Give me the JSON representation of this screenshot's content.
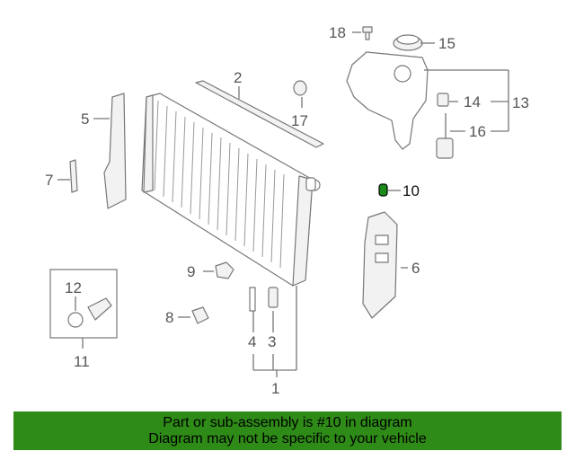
{
  "callouts": {
    "c1": "1",
    "c2": "2",
    "c3": "3",
    "c4": "4",
    "c5": "5",
    "c6": "6",
    "c7": "7",
    "c8": "8",
    "c9": "9",
    "c10": "10",
    "c11": "11",
    "c12": "12",
    "c13": "13",
    "c14": "14",
    "c15": "15",
    "c16": "16",
    "c17": "17",
    "c18": "18"
  },
  "highlight": {
    "part": "10",
    "color": "#1a8a1a"
  },
  "banner": {
    "line1": "Part or sub-assembly is #10 in diagram",
    "line2": "Diagram may not be specific to your vehicle",
    "background": "#2e8b17"
  }
}
